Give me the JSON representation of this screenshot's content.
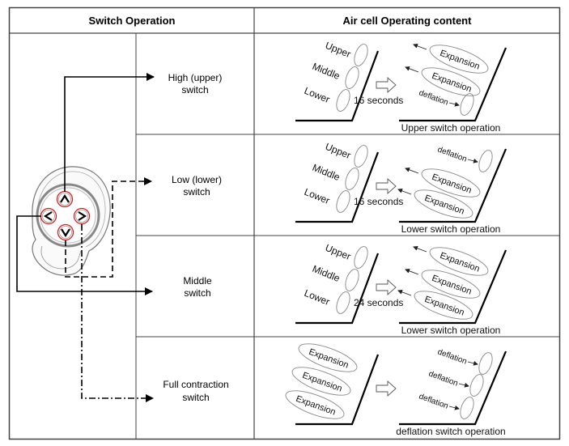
{
  "headers": {
    "switch_operation": "Switch Operation",
    "air_cell_content": "Air cell Operating content"
  },
  "switches": [
    {
      "line1": "High (upper)",
      "line2": "switch"
    },
    {
      "line1": "Low (lower)",
      "line2": "switch"
    },
    {
      "line1": "Middle",
      "line2": "switch"
    },
    {
      "line1": "Full contraction",
      "line2": "switch"
    }
  ],
  "controller": {
    "buttons": {
      "up": "^",
      "left": "<",
      "right": ">",
      "down": "v"
    },
    "highlight_color": "#d62020"
  },
  "cell_labels": {
    "upper": "Upper",
    "middle": "Middle",
    "lower": "Lower"
  },
  "rows": [
    {
      "duration": "16 seconds",
      "caption": "Upper switch operation",
      "after": {
        "upper": "Expansion",
        "middle": "Expansion",
        "lower": "deflation"
      }
    },
    {
      "duration": "16 seconds",
      "caption": "Lower  switch operation",
      "after": {
        "upper": "deflation",
        "middle": "Expansion",
        "lower": "Expansion"
      }
    },
    {
      "duration": "24 seconds",
      "caption": "Lower  switch operation",
      "after": {
        "upper": "Expansion",
        "middle": "Expansion",
        "lower": "Expansion"
      }
    },
    {
      "duration": "",
      "caption": "deflation switch operation",
      "before": {
        "upper": "Expansion",
        "middle": "Expansion",
        "lower": "Expansion"
      },
      "after": {
        "upper": "deflation",
        "middle": "deflation",
        "lower": "deflation"
      }
    }
  ]
}
